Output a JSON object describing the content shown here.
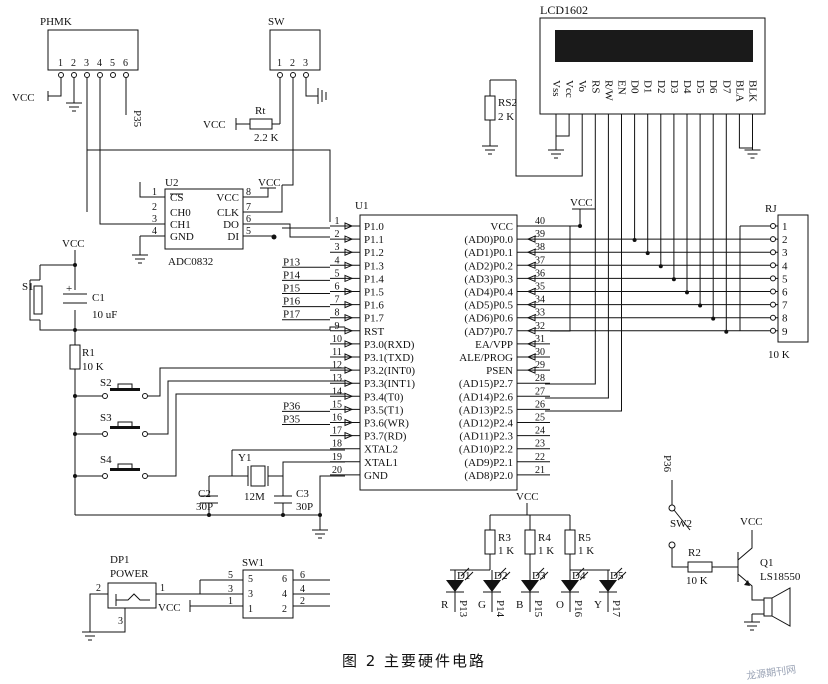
{
  "caption": "图 2   主要硬件电路",
  "watermark": "龙源期刊网",
  "phmk": {
    "name": "PHMK",
    "pins": [
      "1",
      "2",
      "3",
      "4",
      "5",
      "6"
    ],
    "vcc": "VCC",
    "net": "P35"
  },
  "sw": {
    "name": "SW",
    "pins": [
      "1",
      "2",
      "3"
    ],
    "vcc": "VCC",
    "resistor_name": "Rt",
    "resistor_value": "2.2 K"
  },
  "lcd": {
    "name": "LCD1602",
    "pins": [
      "Vss",
      "Vcc",
      "Vo",
      "RS",
      "R/W",
      "EN",
      "D0",
      "D1",
      "D2",
      "D3",
      "D4",
      "D5",
      "D6",
      "D7",
      "BLA",
      "BLK"
    ]
  },
  "rs2": {
    "name": "RS2",
    "value": "2 K"
  },
  "adc": {
    "ref": "U2",
    "name": "ADC0832",
    "vcc": "VCC",
    "left_pins": [
      [
        "1",
        "CS"
      ],
      [
        "2",
        "CH0"
      ],
      [
        "3",
        "CH1"
      ],
      [
        "4",
        "GND"
      ]
    ],
    "right_pins": [
      [
        "8",
        "VCC"
      ],
      [
        "7",
        "CLK"
      ],
      [
        "6",
        "DO"
      ],
      [
        "5",
        "DI"
      ]
    ]
  },
  "mcu": {
    "ref": "U1",
    "vcc_label": "VCC",
    "left_pins": [
      [
        "1",
        "P1.0"
      ],
      [
        "2",
        "P1.1"
      ],
      [
        "3",
        "P1.2"
      ],
      [
        "4",
        "P1.3"
      ],
      [
        "5",
        "P1.4"
      ],
      [
        "6",
        "P1.5"
      ],
      [
        "7",
        "P1.6"
      ],
      [
        "8",
        "P1.7"
      ],
      [
        "9",
        "RST"
      ],
      [
        "10",
        "P3.0(RXD)"
      ],
      [
        "11",
        "P3.1(TXD)"
      ],
      [
        "12",
        "P3.2(INT0)"
      ],
      [
        "13",
        "P3.3(INT1)"
      ],
      [
        "14",
        "P3.4(T0)"
      ],
      [
        "15",
        "P3.5(T1)"
      ],
      [
        "16",
        "P3.6(WR)"
      ],
      [
        "17",
        "P3.7(RD)"
      ],
      [
        "18",
        "XTAL2"
      ],
      [
        "19",
        "XTAL1"
      ],
      [
        "20",
        "GND"
      ]
    ],
    "right_pins": [
      [
        "40",
        "VCC"
      ],
      [
        "39",
        "(AD0)P0.0"
      ],
      [
        "38",
        "(AD1)P0.1"
      ],
      [
        "37",
        "(AD2)P0.2"
      ],
      [
        "36",
        "(AD3)P0.3"
      ],
      [
        "35",
        "(AD4)P0.4"
      ],
      [
        "34",
        "(AD5)P0.5"
      ],
      [
        "33",
        "(AD6)P0.6"
      ],
      [
        "32",
        "(AD7)P0.7"
      ],
      [
        "31",
        "EA/VPP"
      ],
      [
        "30",
        "ALE/PROG"
      ],
      [
        "29",
        "PSEN"
      ],
      [
        "28",
        "(AD15)P2.7"
      ],
      [
        "27",
        "(AD14)P2.6"
      ],
      [
        "26",
        "(AD13)P2.5"
      ],
      [
        "25",
        "(AD12)P2.4"
      ],
      [
        "24",
        "(AD11)P2.3"
      ],
      [
        "23",
        "(AD10)P2.2"
      ],
      [
        "22",
        "(AD9)P2.1"
      ],
      [
        "21",
        "(AD8)P2.0"
      ]
    ],
    "port_nets": [
      "P13",
      "P14",
      "P15",
      "P16",
      "P17"
    ],
    "p3_nets": [
      "P36",
      "P35"
    ]
  },
  "reset": {
    "switch": "S1",
    "cap": "C1",
    "cap_value": "10 uF",
    "res": "R1",
    "res_value": "10 K",
    "vcc": "VCC"
  },
  "keys": [
    "S2",
    "S3",
    "S4"
  ],
  "crystal": {
    "ref": "Y1",
    "value": "12M",
    "c2": "C2",
    "c2_value": "30P",
    "c3": "C3",
    "c3_value": "30P"
  },
  "rj": {
    "name": "RJ",
    "pins": [
      "1",
      "2",
      "3",
      "4",
      "5",
      "6",
      "7",
      "8",
      "9"
    ],
    "value": "10 K"
  },
  "leds": {
    "vcc": "VCC",
    "resistors": [
      [
        "R3",
        "1 K"
      ],
      [
        "R4",
        "1 K"
      ],
      [
        "R5",
        "1 K"
      ]
    ],
    "items": [
      [
        "D1",
        "R",
        "P13"
      ],
      [
        "D2",
        "G",
        "P14"
      ],
      [
        "D3",
        "B",
        "P15"
      ],
      [
        "D4",
        "O",
        "P16"
      ],
      [
        "D5",
        "Y",
        "P17"
      ]
    ]
  },
  "power": {
    "name": "DP1",
    "label": "POWER",
    "pins": [
      "2",
      "1",
      "3"
    ],
    "vcc": "VCC"
  },
  "sw1": {
    "name": "SW1",
    "pins": [
      "5",
      "3",
      "1",
      "6",
      "4",
      "2"
    ],
    "outer": [
      "5",
      "3",
      "1",
      "6",
      "4",
      "2"
    ]
  },
  "buzzer": {
    "net": "P36",
    "switch": "SW2",
    "res": "R2",
    "res_value": "10 K",
    "trans": "Q1",
    "trans_type": "LS18550",
    "vcc": "VCC"
  }
}
